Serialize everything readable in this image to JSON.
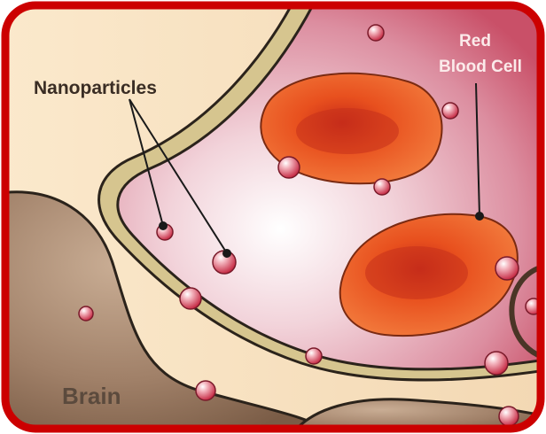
{
  "labels": {
    "nanoparticles": "Nanoparticles",
    "red_blood_cell_line1": "Red",
    "red_blood_cell_line2": "Blood Cell",
    "brain": "Brain"
  },
  "colors": {
    "frame": "#cc0000",
    "background": "#f9e4c6",
    "vessel_wall": "#d6c58f",
    "vessel_outline": "#2b231b",
    "blood_plasma": "#e9b6c1",
    "red_blood_cell": "#ef5a1f",
    "brain_tissue": "#a38369",
    "nanoparticle": "#c9283d"
  }
}
